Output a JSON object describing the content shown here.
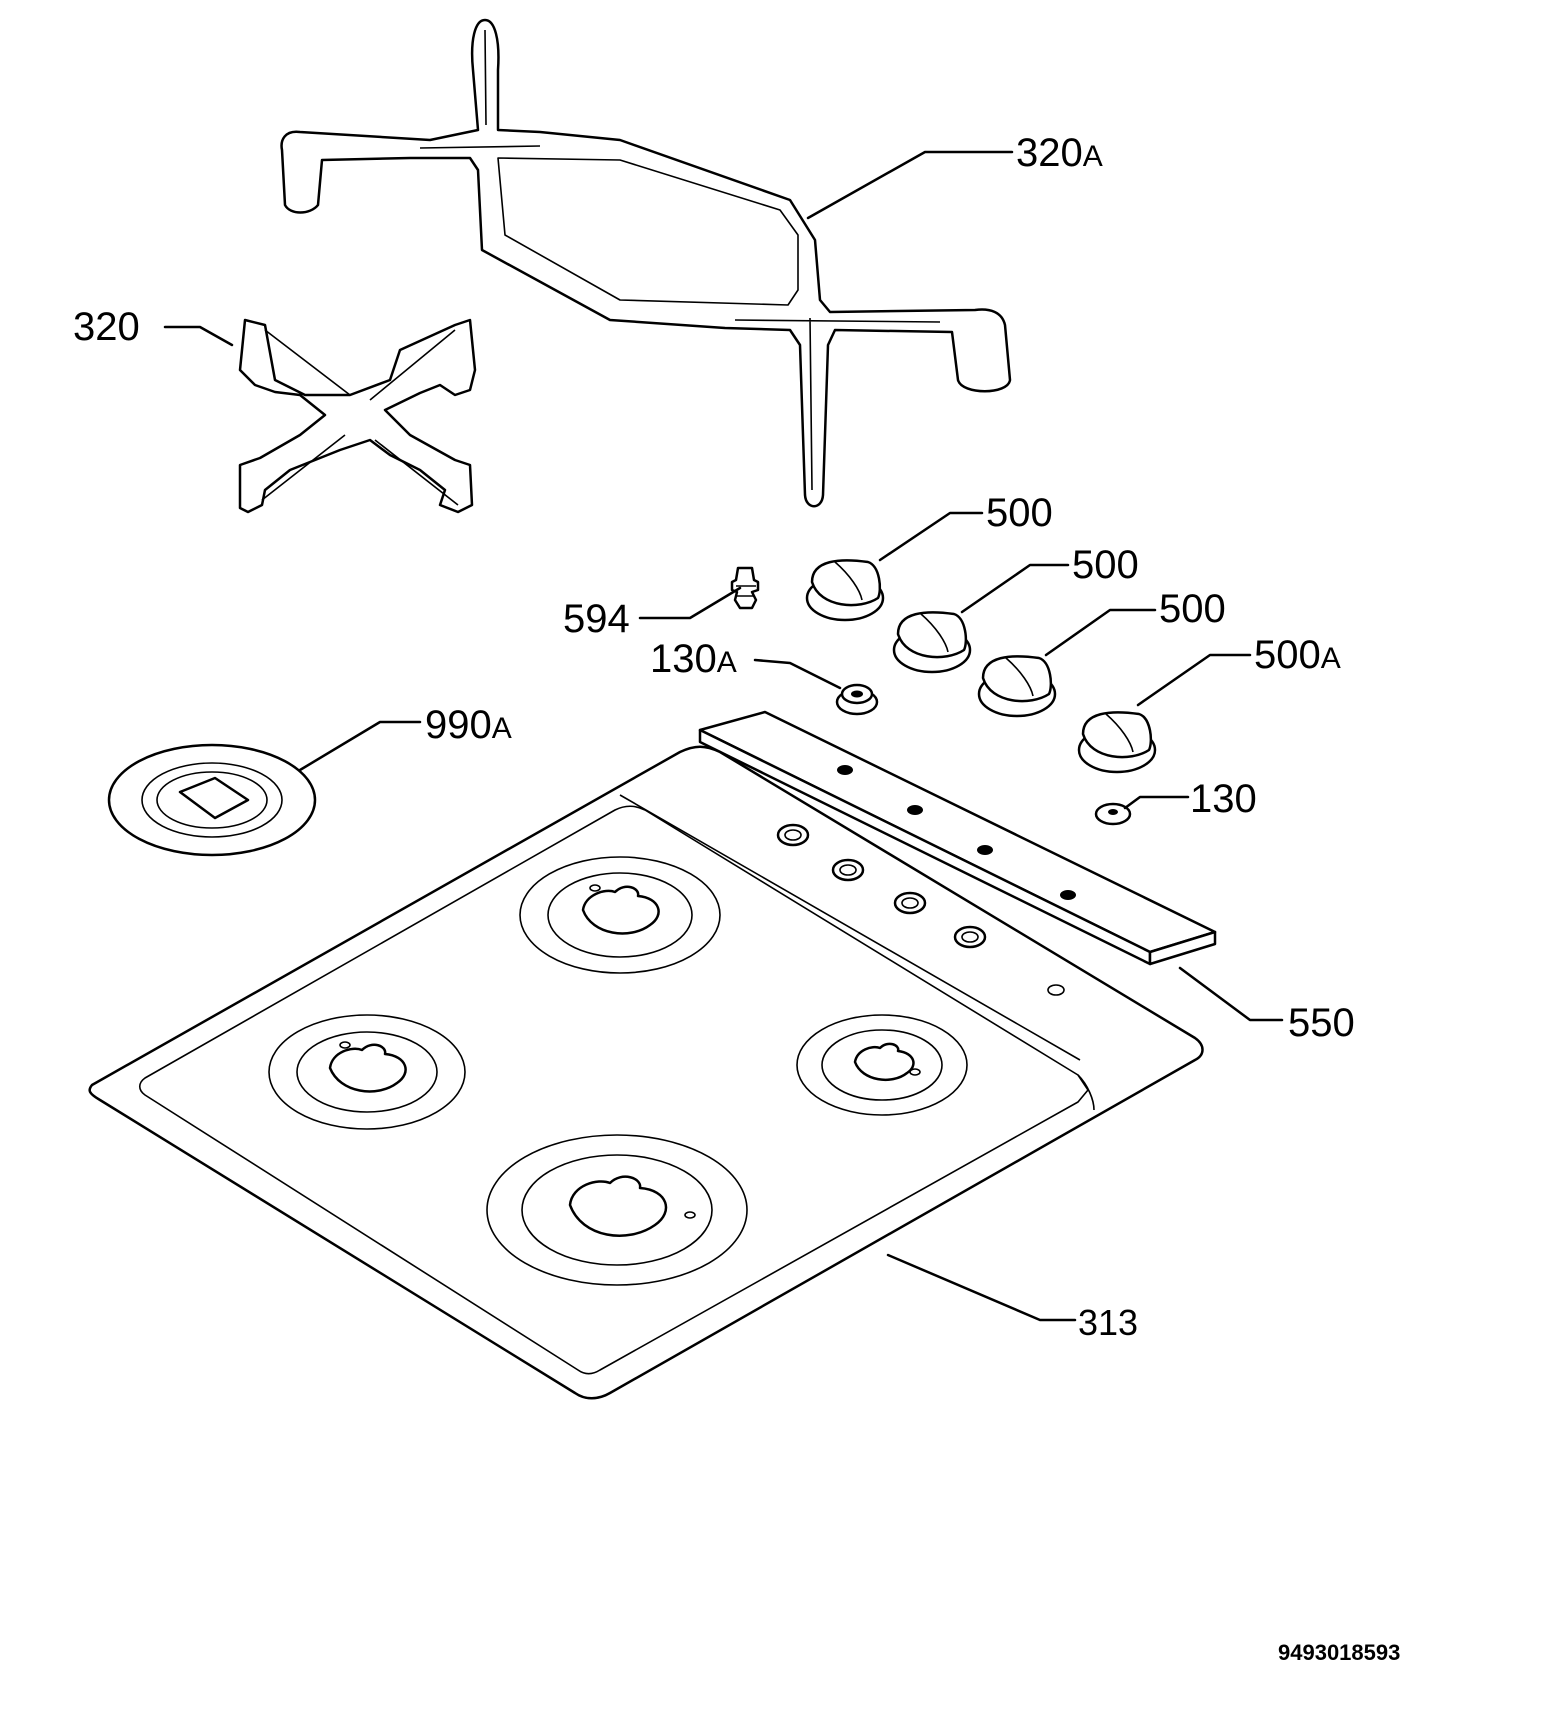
{
  "diagram": {
    "labels": {
      "grid_large": {
        "num": "320",
        "suffix": "A"
      },
      "grid_small": {
        "num": "320",
        "suffix": ""
      },
      "knob_1": {
        "num": "500",
        "suffix": ""
      },
      "knob_2": {
        "num": "500",
        "suffix": ""
      },
      "knob_3": {
        "num": "500",
        "suffix": ""
      },
      "knob_4": {
        "num": "500",
        "suffix": "A"
      },
      "spark_plug": {
        "num": "594",
        "suffix": ""
      },
      "bushing_a": {
        "num": "130",
        "suffix": "A"
      },
      "bushing": {
        "num": "130",
        "suffix": ""
      },
      "burner_cap": {
        "num": "990",
        "suffix": "A"
      },
      "control_panel": {
        "num": "550",
        "suffix": ""
      },
      "hob_top": {
        "num": "313",
        "suffix": ""
      }
    },
    "document_number": "9493018593"
  }
}
